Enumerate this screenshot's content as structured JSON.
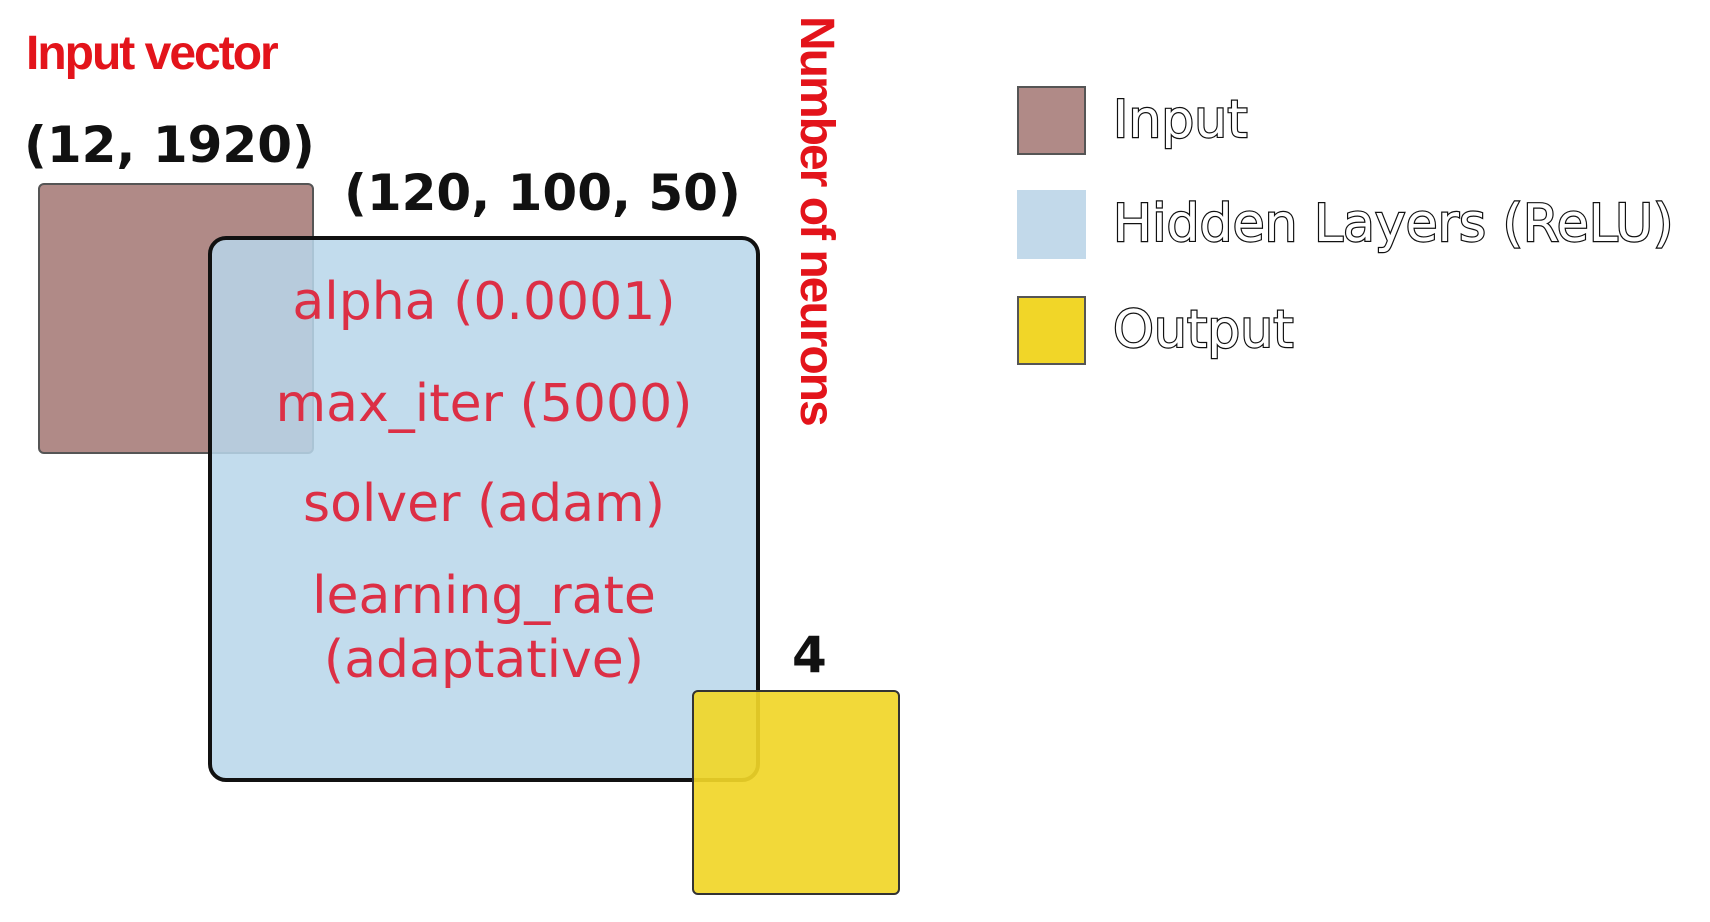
{
  "input": {
    "title": "Input vector",
    "shape": "(12, 1920)"
  },
  "hidden": {
    "shape": "(120, 100, 50)",
    "side_title": "Number of neurons",
    "params": [
      "alpha (0.0001)",
      "max_iter (5000)",
      "solver (adam)",
      "learning_rate",
      "(adaptative)"
    ]
  },
  "output": {
    "shape": "4"
  },
  "legend": [
    {
      "label": "Input",
      "color": "#b08a87"
    },
    {
      "label": "Hidden Layers (ReLU)",
      "color": "#c2d9ea"
    },
    {
      "label": "Output",
      "color": "#f1d628"
    }
  ],
  "colors": {
    "title_red": "#e3141b",
    "param_red": "#dc2f45",
    "input_fill": "#b08a87",
    "hidden_fill": "#b8d6ea",
    "output_fill": "#f1d628"
  }
}
